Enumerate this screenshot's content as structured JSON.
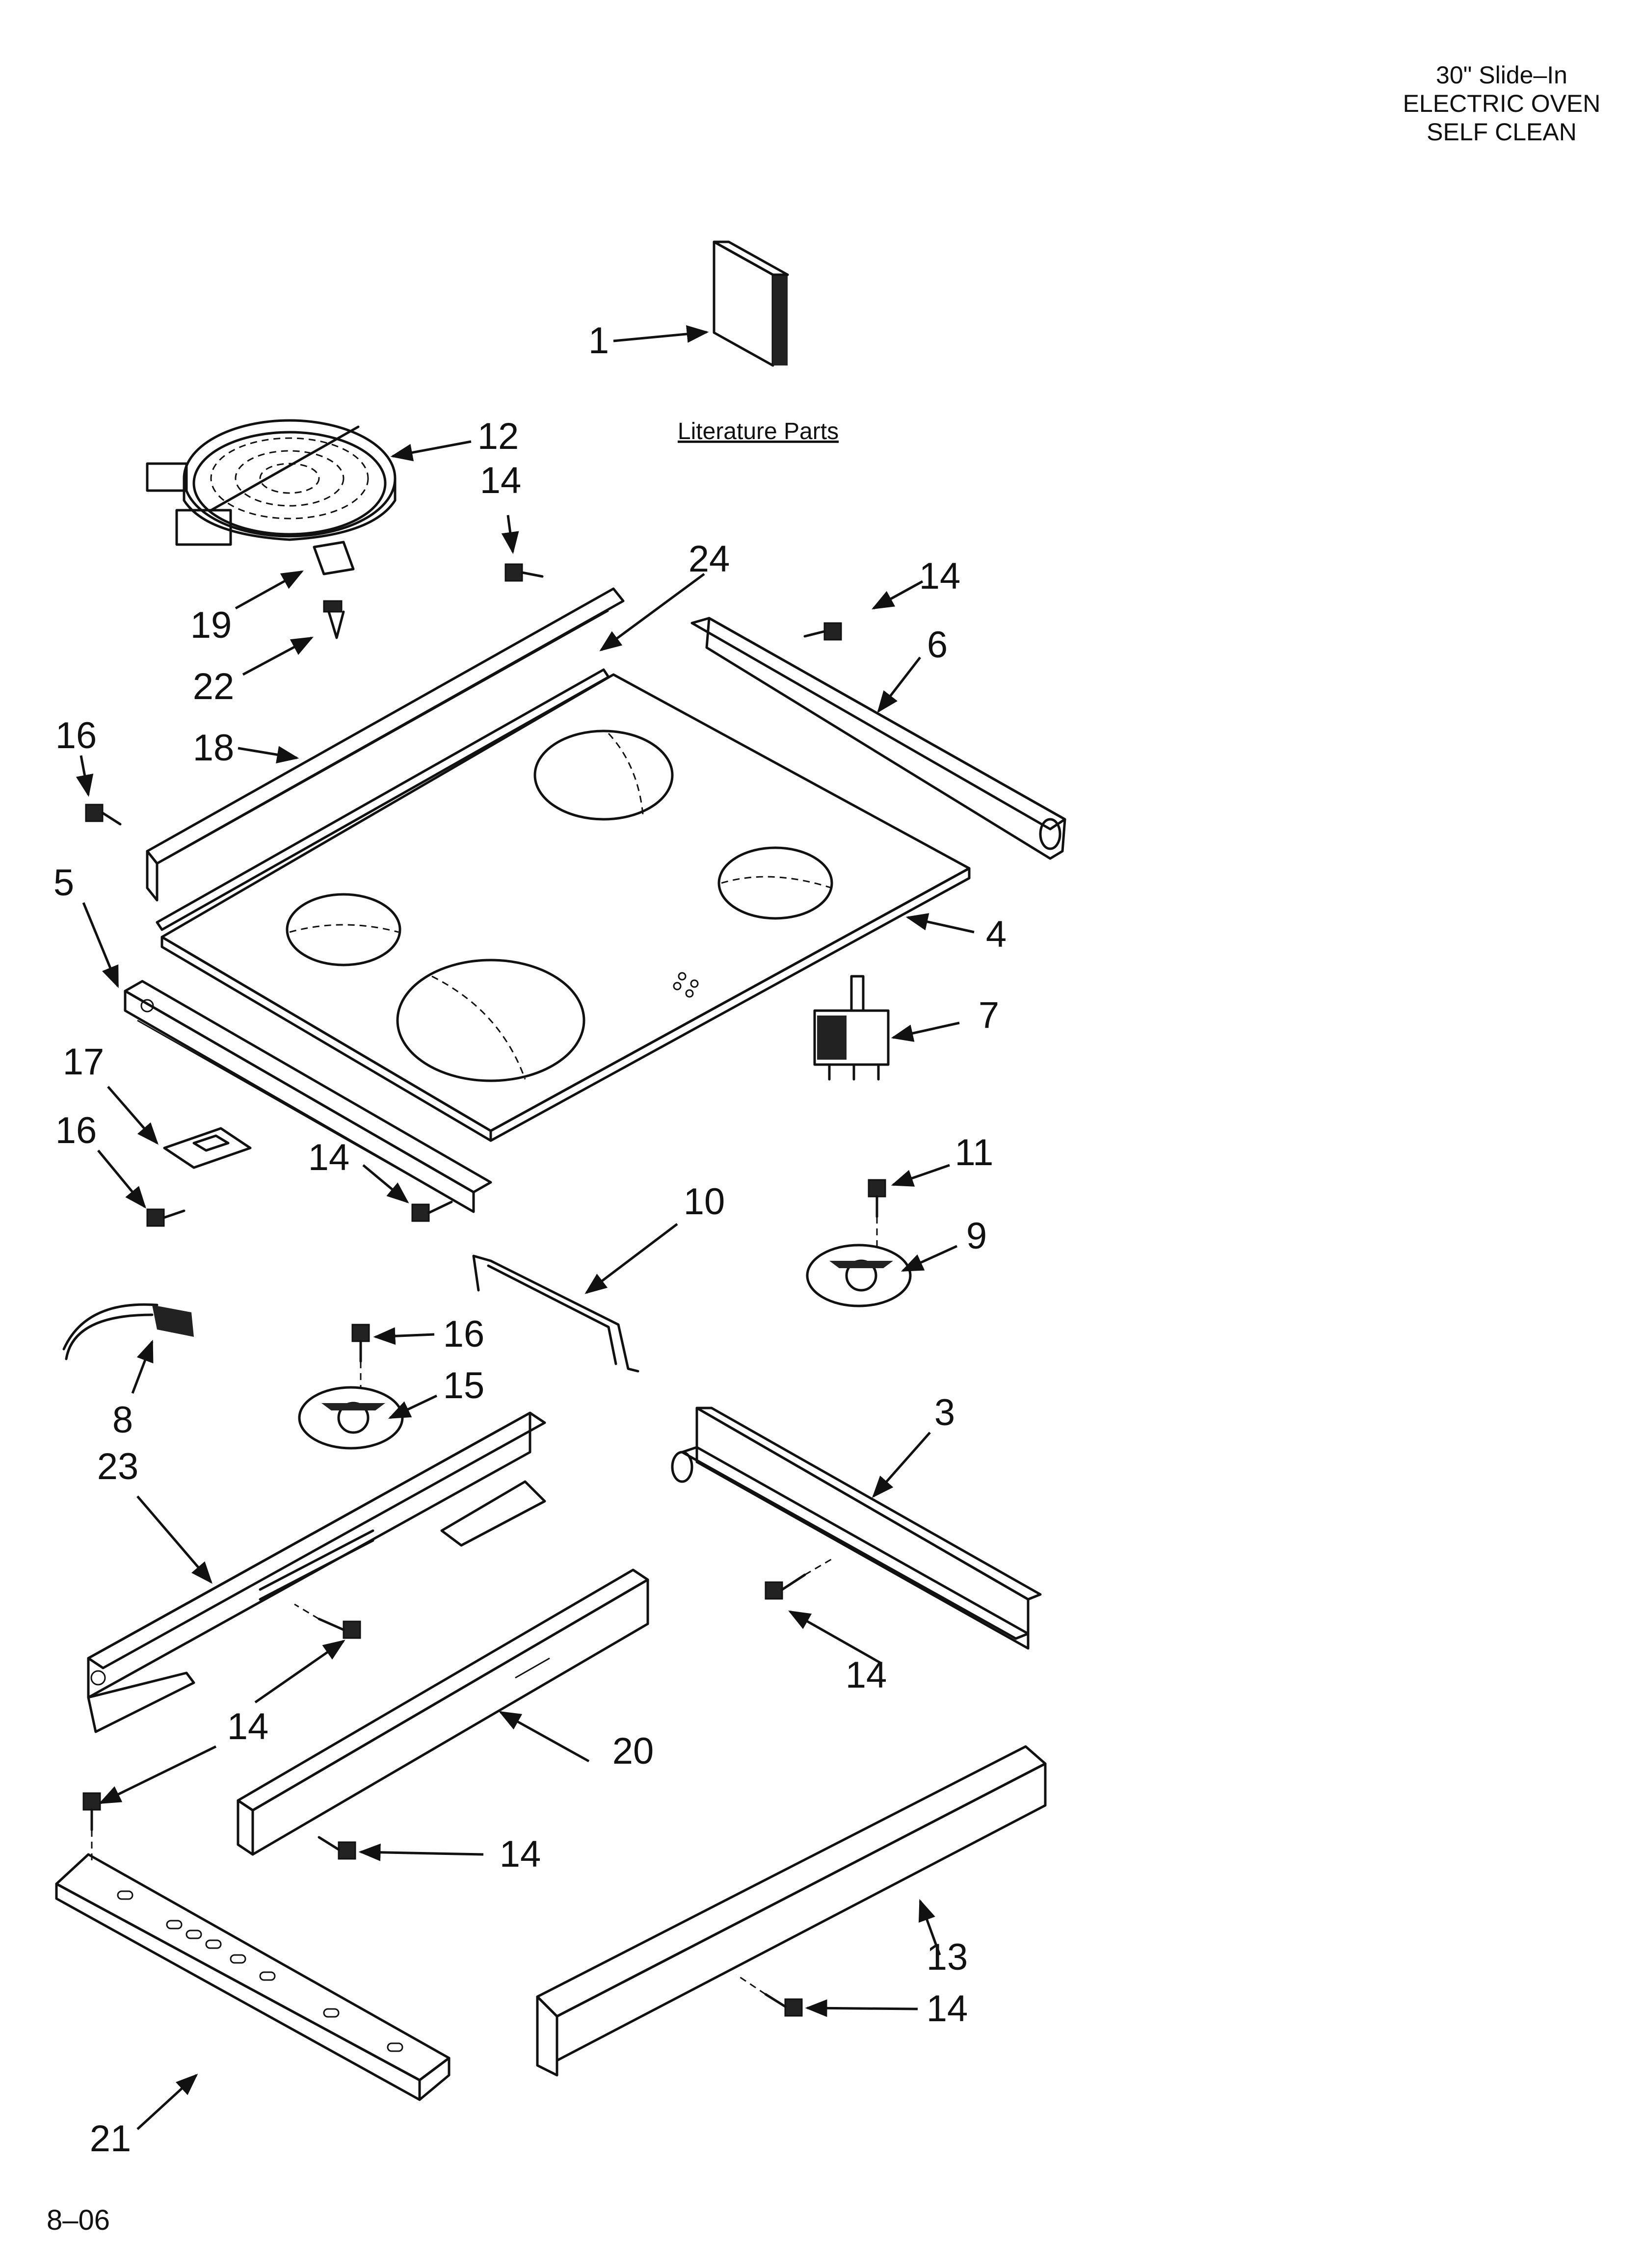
{
  "header": {
    "line1": "30\" Slide–In",
    "line2": "ELECTRIC OVEN",
    "line3": "SELF CLEAN"
  },
  "literature_label": "Literature Parts",
  "footer_code": "8–06",
  "callouts": {
    "c1": "1",
    "c3": "3",
    "c4": "4",
    "c5": "5",
    "c6": "6",
    "c7": "7",
    "c8": "8",
    "c9": "9",
    "c10": "10",
    "c11": "11",
    "c12": "12",
    "c13": "13",
    "c14": "14",
    "c15": "15",
    "c16": "16",
    "c17": "17",
    "c18": "18",
    "c19": "19",
    "c20": "20",
    "c21": "21",
    "c22": "22",
    "c23": "23",
    "c24": "24"
  },
  "colors": {
    "ink": "#111111",
    "paper": "#ffffff"
  }
}
